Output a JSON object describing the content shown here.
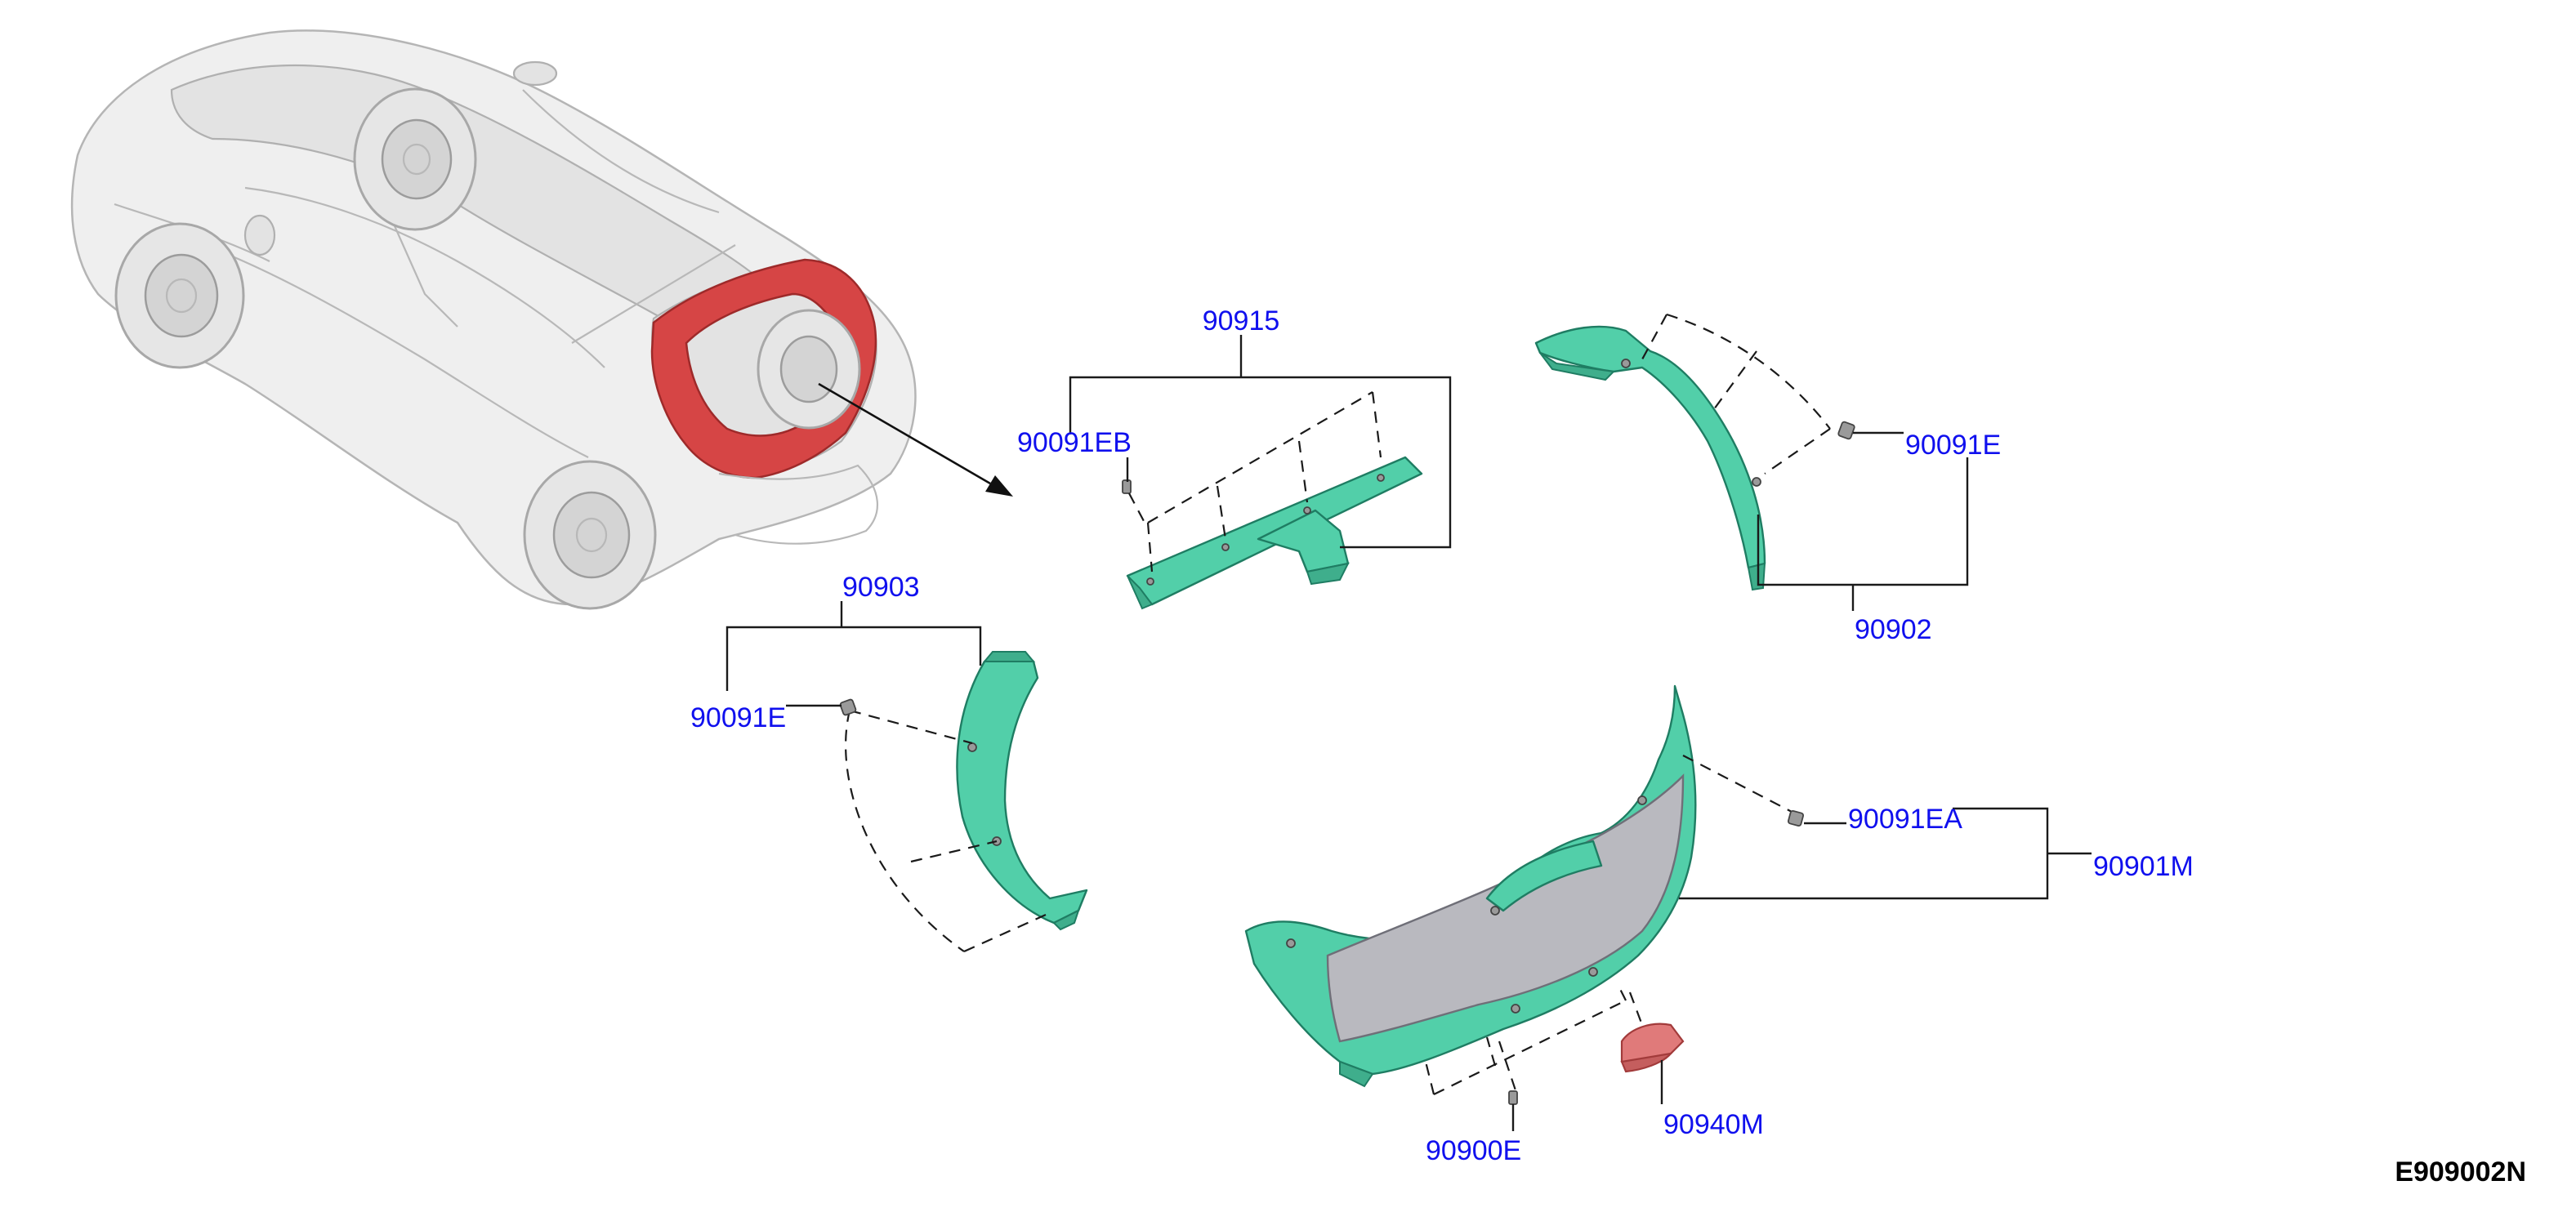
{
  "diagram_code": "E909002N",
  "callouts": {
    "p90915": "90915",
    "p90091EB": "90091EB",
    "p90091E_right": "90091E",
    "p90902": "90902",
    "p90903": "90903",
    "p90091E_left": "90091E",
    "p90091EA": "90091EA",
    "p90901M": "90901M",
    "p90900E": "90900E",
    "p90940M": "90940M"
  },
  "colors": {
    "callout_text": "#1010ee",
    "trim_part": "#52cfa9",
    "highlight": "#d64545",
    "lamp": "#e07a7a"
  }
}
